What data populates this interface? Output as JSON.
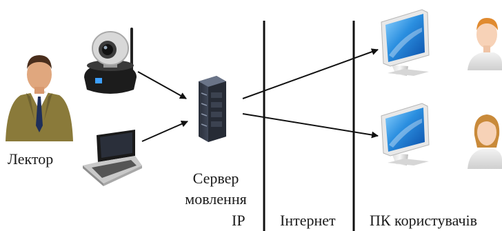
{
  "labels": {
    "lecturer": "Лектор",
    "server_line1": "Сервер",
    "server_line2": "мовлення",
    "ip": "IP",
    "internet": "Інтернет",
    "users_pc": "ПК користувачів"
  },
  "icons": {
    "lecturer": "man-in-suit-icon",
    "camera": "webcam-icon",
    "laptop": "laptop-icon",
    "server": "server-tower-icon",
    "monitor": "desktop-monitor-icon",
    "user_male": "male-user-icon",
    "user_female": "female-user-icon"
  },
  "colors": {
    "line": "#111111",
    "screen": "#2b8fe0",
    "suit": "#8a7a3a"
  }
}
